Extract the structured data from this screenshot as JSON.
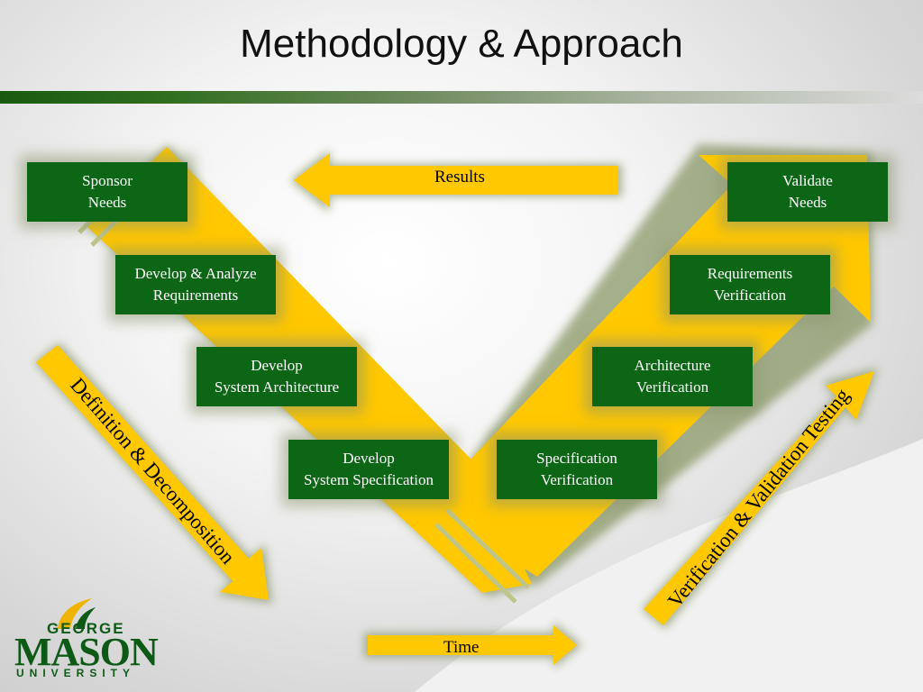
{
  "slide": {
    "title": "Methodology & Approach"
  },
  "boxes": {
    "sponsor_needs": "Sponsor\nNeeds",
    "develop_analyze_requirements": "Develop & Analyze\nRequirements",
    "develop_system_architecture": "Develop\nSystem Architecture",
    "develop_system_specification": "Develop\nSystem Specification",
    "specification_verification": "Specification\nVerification",
    "architecture_verification": "Architecture\nVerification",
    "requirements_verification": "Requirements\nVerification",
    "validate_needs": "Validate\nNeeds"
  },
  "arrows": {
    "results": "Results",
    "time": "Time",
    "definition_decomposition": "Definition & Decomposition",
    "verification_validation_testing": "Verification & Validation Testing"
  },
  "logo": {
    "line1": "GEORGE",
    "line2": "MASON",
    "line3": "UNIVERSITY"
  },
  "colors": {
    "box_green": "#0d6615",
    "arrow_yellow": "#ffc800",
    "brand_green": "#0d5a16"
  }
}
